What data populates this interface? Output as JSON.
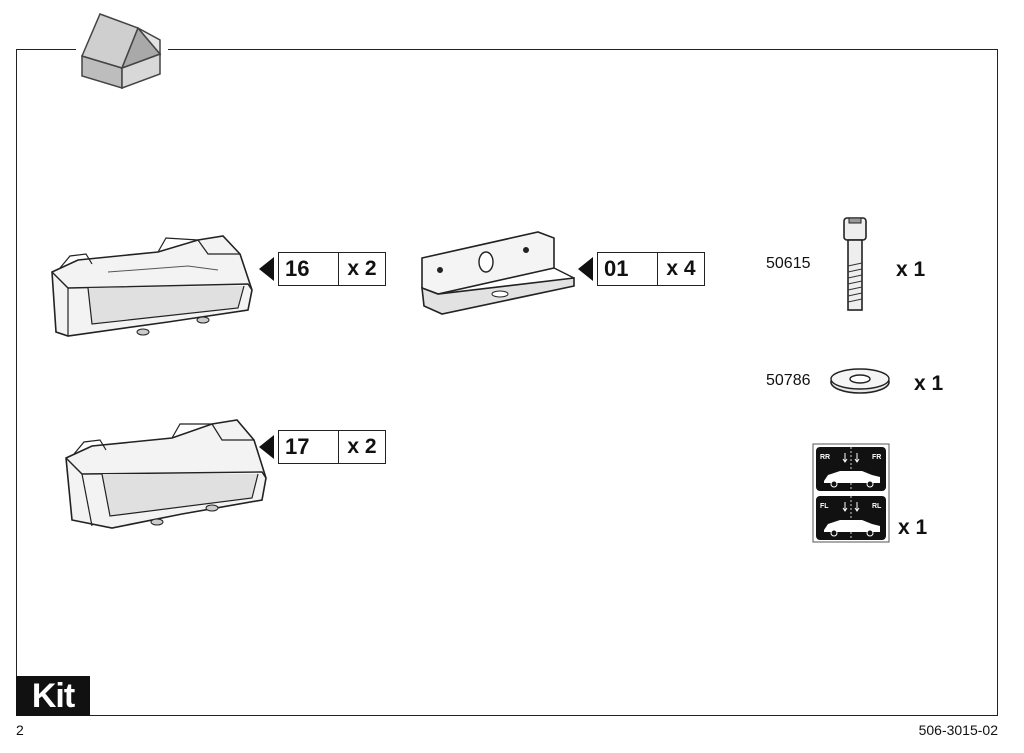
{
  "parts": [
    {
      "number": "16",
      "qty": "x 2"
    },
    {
      "number": "17",
      "qty": "x 2"
    },
    {
      "number": "01",
      "qty": "x 4"
    }
  ],
  "hardware": [
    {
      "partno": "50615",
      "qty": "x 1"
    },
    {
      "partno": "50786",
      "qty": "x 1"
    }
  ],
  "sticker": {
    "qty": "x 1",
    "top_left": "RR",
    "top_right": "FR",
    "bottom_left": "FL",
    "bottom_right": "RL"
  },
  "footer": {
    "kit_label": "Kit",
    "page_number": "2",
    "doc_number": "506-3015-02"
  }
}
